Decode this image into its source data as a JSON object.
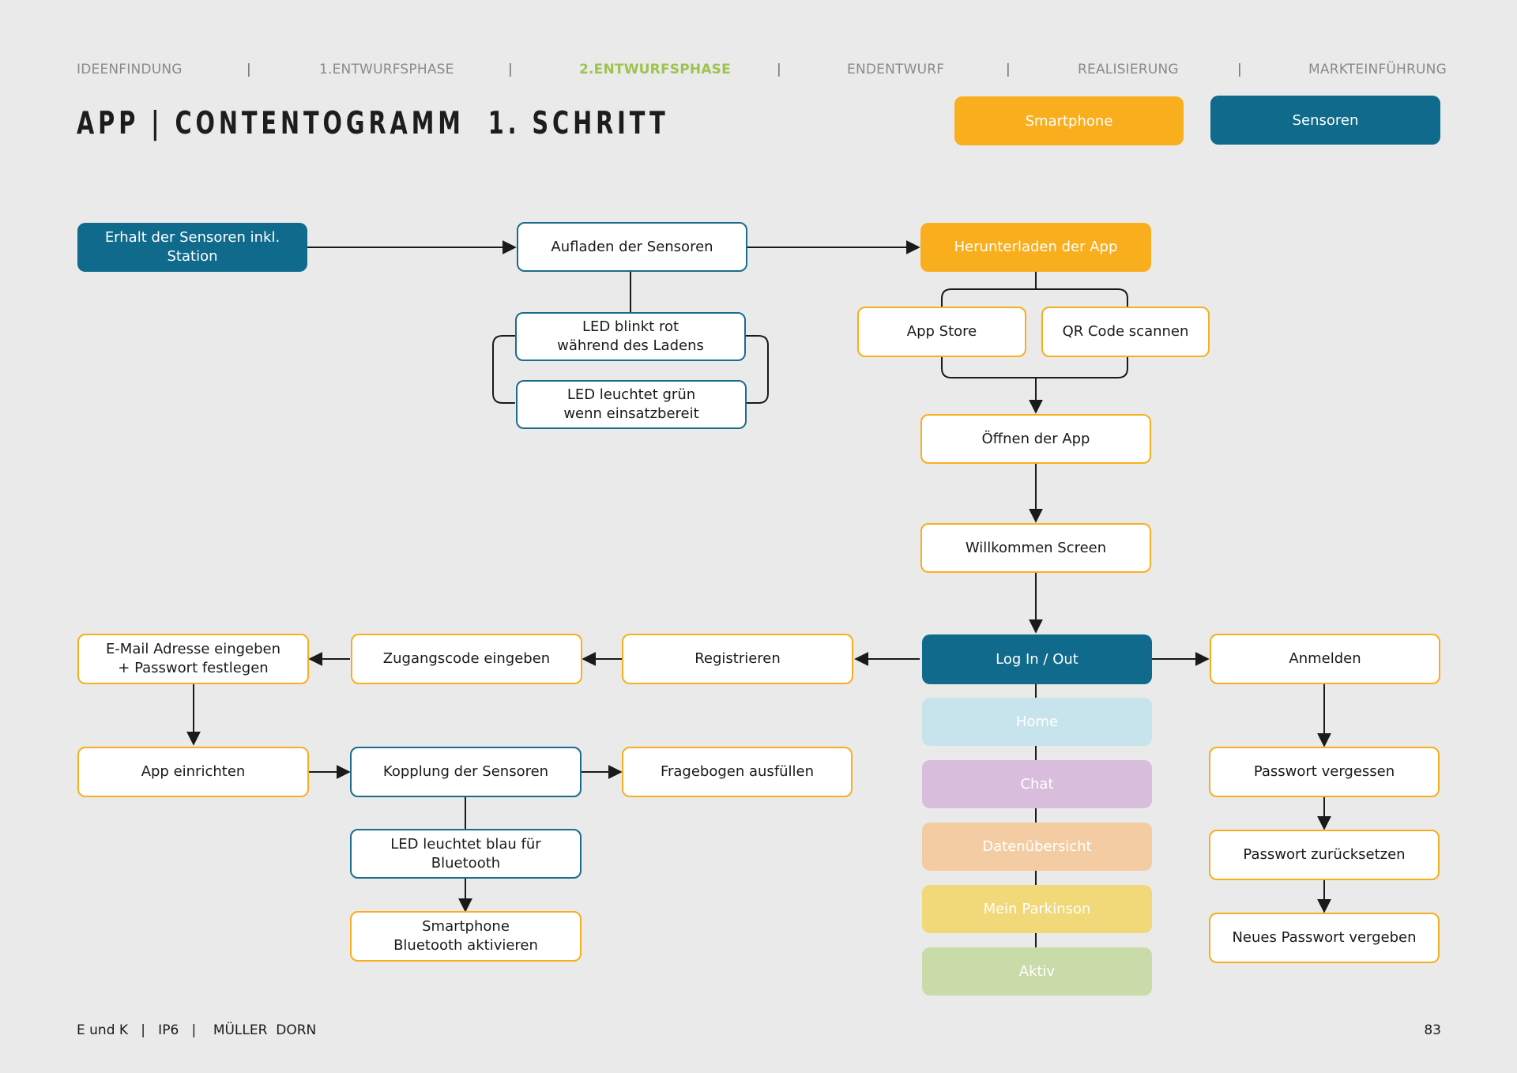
{
  "nav": {
    "items": [
      "IDEENFINDUNG",
      "1.ENTWURFSPHASE",
      "2.ENTWURFSPHASE",
      "ENDENTWURF",
      "REALISIERUNG",
      "MARKTEINFÜHRUNG"
    ],
    "separator": "|",
    "active_index": 2
  },
  "title": "APP | CONTENTOGRAMM  1. SCHRITT",
  "legend": {
    "smartphone": "Smartphone",
    "sensoren": "Sensoren"
  },
  "colors": {
    "smartphone": "#f9ae1e",
    "sensoren": "#0f6a8c",
    "active_nav": "#9ec34f",
    "home": "#c7e4ec",
    "chat": "#d8bedc",
    "datenuebersicht": "#f4cca3",
    "mein_parkinson": "#f1d878",
    "aktiv": "#cadbaa"
  },
  "nodes": {
    "erhalt": "Erhalt der Sensoren inkl. Station",
    "aufladen": "Aufladen der Sensoren",
    "led_rot_1": "LED blinkt rot",
    "led_rot_2": "während des Ladens",
    "led_gruen_1": "LED leuchtet grün",
    "led_gruen_2": "wenn einsatzbereit",
    "herunterladen": "Herunterladen der App",
    "app_store": "App Store",
    "qr_code": "QR Code scannen",
    "oeffnen": "Öffnen der App",
    "willkommen": "Willkommen Screen",
    "login": "Log In / Out",
    "registrieren": "Registrieren",
    "zugangscode": "Zugangscode eingeben",
    "email_1": "E-Mail Adresse eingeben",
    "email_2": "+ Passwort festlegen",
    "einrichten": "App einrichten",
    "kopplung": "Kopplung der Sensoren",
    "fragebogen": "Fragebogen ausfüllen",
    "led_blau": "LED leuchtet blau für Bluetooth",
    "bt_1": "Smartphone",
    "bt_2": "Bluetooth aktivieren",
    "anmelden": "Anmelden",
    "pw_vergessen": "Passwort vergessen",
    "pw_zuruecksetzen": "Passwort zurücksetzen",
    "pw_neu": "Neues Passwort vergeben"
  },
  "menu": [
    "Home",
    "Chat",
    "Datenübersicht",
    "Mein Parkinson",
    "Aktiv"
  ],
  "footer": {
    "left": "E und K   |   IP6   |    MÜLLER  DORN",
    "page": "83"
  }
}
